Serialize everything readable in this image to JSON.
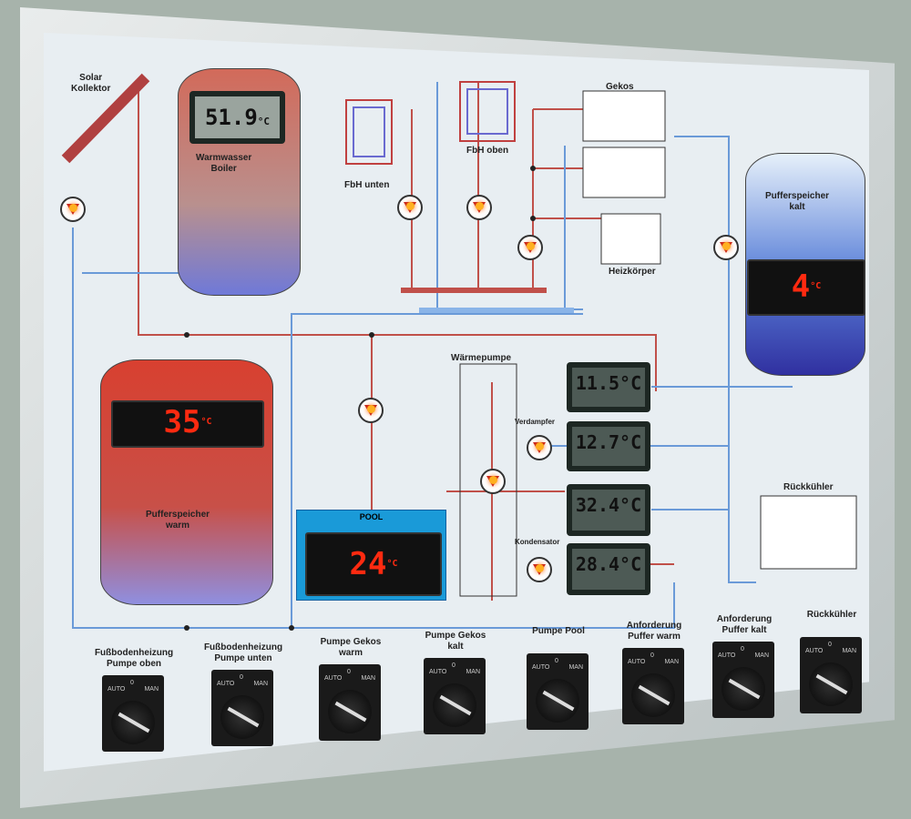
{
  "labels": {
    "solar": "Solar\nKollektor",
    "boiler": "Warmwasser\nBoiler",
    "fbh_unten": "FbH unten",
    "fbh_oben": "FbH oben",
    "gekos": "Gekos",
    "heizkoerper": "Heizkörper",
    "puffer_kalt": "Pufferspeicher\nkalt",
    "puffer_warm": "Pufferspeicher\nwarm",
    "pool": "POOL",
    "waermepumpe": "Wärmepumpe",
    "verdampfer": "Verdampfer",
    "kondensator": "Kondensator",
    "rueckkuehler": "Rückkühler"
  },
  "displays": {
    "boiler": "51.9",
    "boiler_unit": "°C",
    "puffer_warm": "35",
    "puffer_kalt": "4",
    "pool": "24",
    "unit": "°C",
    "wp1": "11.5°C",
    "wp2": "12.7°C",
    "wp3": "32.4°C",
    "wp4": "28.4°C"
  },
  "switch_positions": {
    "auto": "AUTO",
    "zero": "0",
    "man": "MAN"
  },
  "switches": [
    {
      "label": "Fußbodenheizung\nPumpe oben"
    },
    {
      "label": "Fußbodenheizung\nPumpe unten"
    },
    {
      "label": "Pumpe Gekos\nwarm"
    },
    {
      "label": "Pumpe Gekos\nkalt"
    },
    {
      "label": "Pumpe Pool"
    },
    {
      "label": "Anforderung\nPuffer warm"
    },
    {
      "label": "Anforderung\nPuffer kalt"
    },
    {
      "label": "Rückkühler"
    }
  ]
}
